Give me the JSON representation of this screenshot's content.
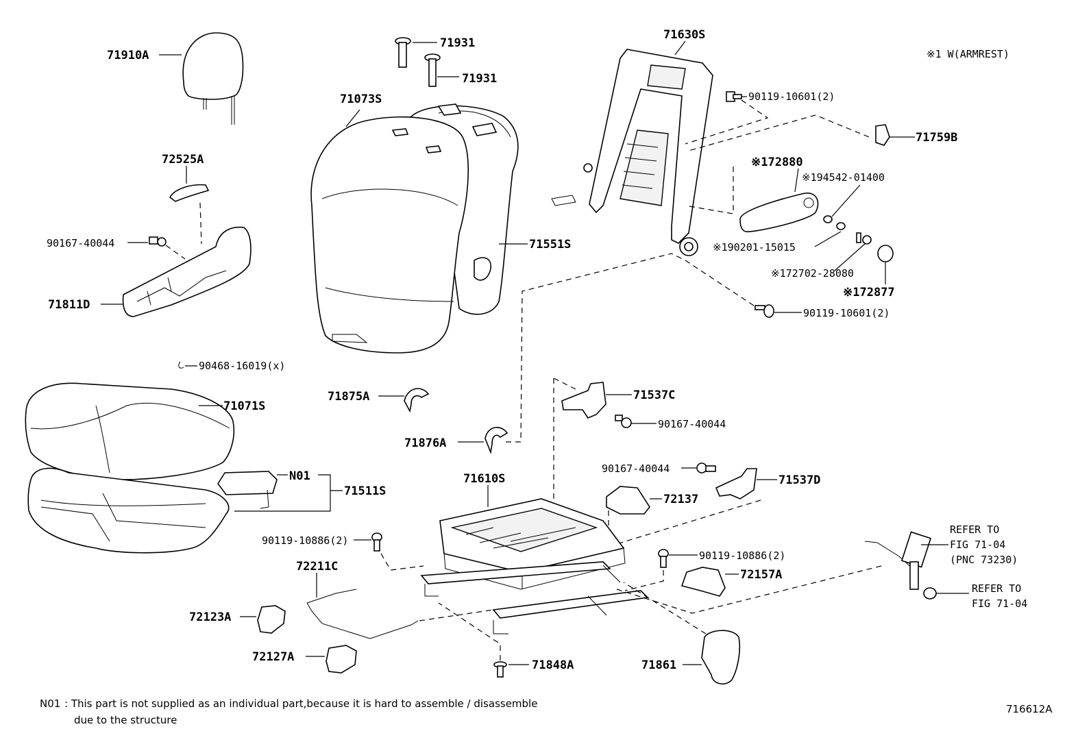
{
  "diagram": {
    "drawing_number": "716612A",
    "legend_note": "※1 W(ARMREST)",
    "footnote": {
      "code": "N01",
      "line1": ": This part is not supplied as an individual part,because it is hard to assemble / disassemble",
      "line2": "due to the structure"
    },
    "labels": {
      "p71910A": "71910A",
      "p71931a": "71931",
      "p71931b": "71931",
      "p71073S": "71073S",
      "p71630S": "71630S",
      "p90119_10601_a": "90119-10601(2)",
      "p71759B": "71759B",
      "p72525A": "72525A",
      "p172880": "※172880",
      "p194542": "※194542-01400",
      "p90167_40044_a": "90167-40044",
      "p71551S": "71551S",
      "p190201": "※190201-15015",
      "p172702": "※172702-28080",
      "p172877": "※172877",
      "p71811D": "71811D",
      "p90119_10601_b": "90119-10601(2)",
      "p90468": "90468-16019(x)",
      "p71071S": "71071S",
      "p71875A": "71875A",
      "p71537C": "71537C",
      "p90167_40044_b": "90167-40044",
      "p71876A": "71876A",
      "pN01": "N01",
      "p71511S": "71511S",
      "p71610S": "71610S",
      "p90167_40044_c": "90167-40044",
      "p71537D": "71537D",
      "p72137": "72137",
      "p90119_10886_a": "90119-10886(2)",
      "p90119_10886_b": "90119-10886(2)",
      "p72211C": "72211C",
      "p72157A": "72157A",
      "p72123A": "72123A",
      "p72127A": "72127A",
      "p71848A": "71848A",
      "p71861": "71861",
      "refer1_a": "REFER TO",
      "refer1_b": "FIG 71-04",
      "refer1_c": "(PNC 73230)",
      "refer2_a": "REFER TO",
      "refer2_b": "FIG 71-04"
    }
  }
}
